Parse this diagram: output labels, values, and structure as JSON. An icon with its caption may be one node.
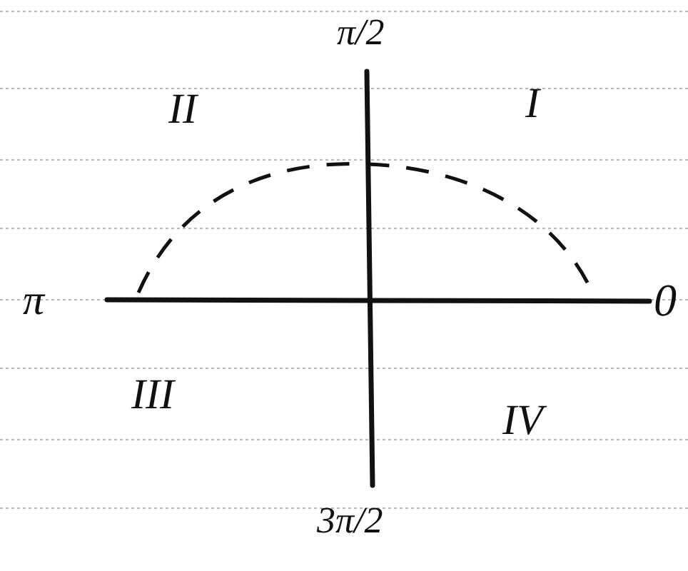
{
  "diagram": {
    "labels": [
      "π/2",
      "II",
      "I",
      "π",
      "0",
      "III",
      "IV",
      "3π/2"
    ]
  }
}
